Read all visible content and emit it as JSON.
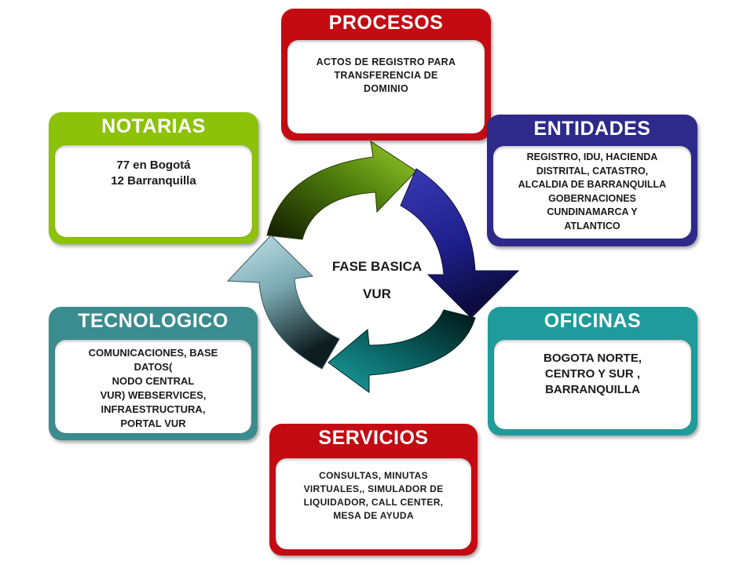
{
  "procesos": {
    "title": "PROCESOS",
    "body": "ACTOS DE REGISTRO PARA\nTRANSFERENCIA DE\nDOMINIO"
  },
  "notarias": {
    "title": "NOTARIAS",
    "body": "77 en Bogotá\n12 Barranquilla"
  },
  "entidades": {
    "title": "ENTIDADES",
    "body": "REGISTRO, IDU, HACIENDA\nDISTRITAL, CATASTRO,\nALCALDIA DE BARRANQUILLA\nGOBERNACIONES\nCUNDINAMARCA Y\nATLANTICO"
  },
  "tecnologico": {
    "title": "TECNOLOGICO",
    "body": "COMUNICACIONES, BASE\nDATOS(\nNODO CENTRAL\nVUR) WEBSERVICES,\nINFRAESTRUCTURA,\nPORTAL VUR"
  },
  "oficinas": {
    "title": "OFICINAS",
    "body": "BOGOTA NORTE,\nCENTRO Y SUR ,\nBARRANQUILLA"
  },
  "servicios": {
    "title": "SERVICIOS",
    "body": "CONSULTAS, MINUTAS\nVIRTUALES,, SIMULADOR DE\nLIQUIDADOR, CALL CENTER,\nMESA DE AYUDA"
  },
  "center": {
    "line1": "FASE BASICA",
    "line2": "VUR"
  },
  "colors": {
    "procesos": "#c40a12",
    "notarias": "#8cc20a",
    "entidades": "#2e2a8a",
    "tecnologico": "#3b8c8f",
    "oficinas": "#1f9b9b",
    "servicios": "#c40a12",
    "arrow_green": "#6aa011",
    "arrow_blue": "#2a2a9a",
    "arrow_teal": "#138a8a",
    "arrow_light": "#a9d2dc"
  }
}
